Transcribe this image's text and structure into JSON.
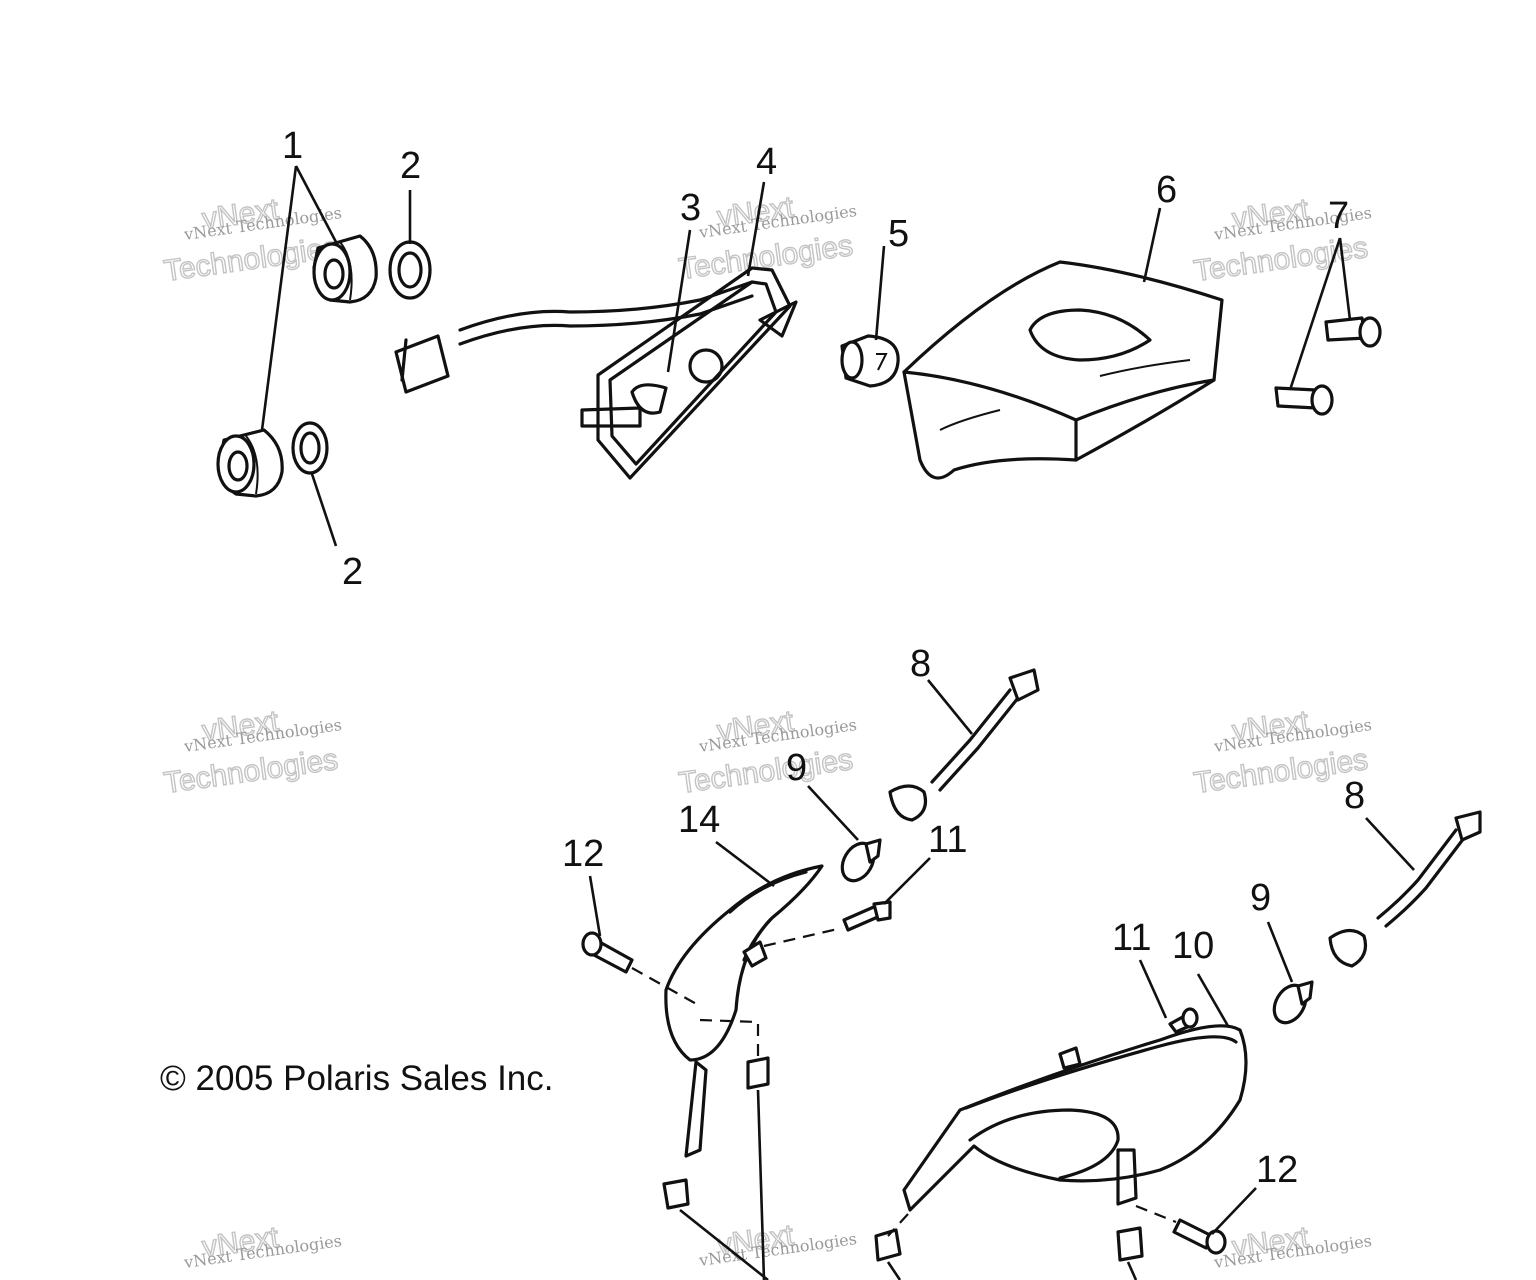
{
  "callouts": {
    "c1": "1",
    "c2a": "2",
    "c2b": "2",
    "c3": "3",
    "c4": "4",
    "c5": "5",
    "c6": "6",
    "c7": "7",
    "c8a": "8",
    "c8b": "8",
    "c9a": "9",
    "c9b": "9",
    "c10": "10",
    "c11a": "11",
    "c11b": "11",
    "c12a": "12",
    "c12b": "12",
    "c14": "14"
  },
  "copyright": "© 2005 Polaris Sales Inc.",
  "watermark": {
    "line1": "vNext Technologies",
    "line2": "vNext",
    "line3": "Technologies"
  }
}
